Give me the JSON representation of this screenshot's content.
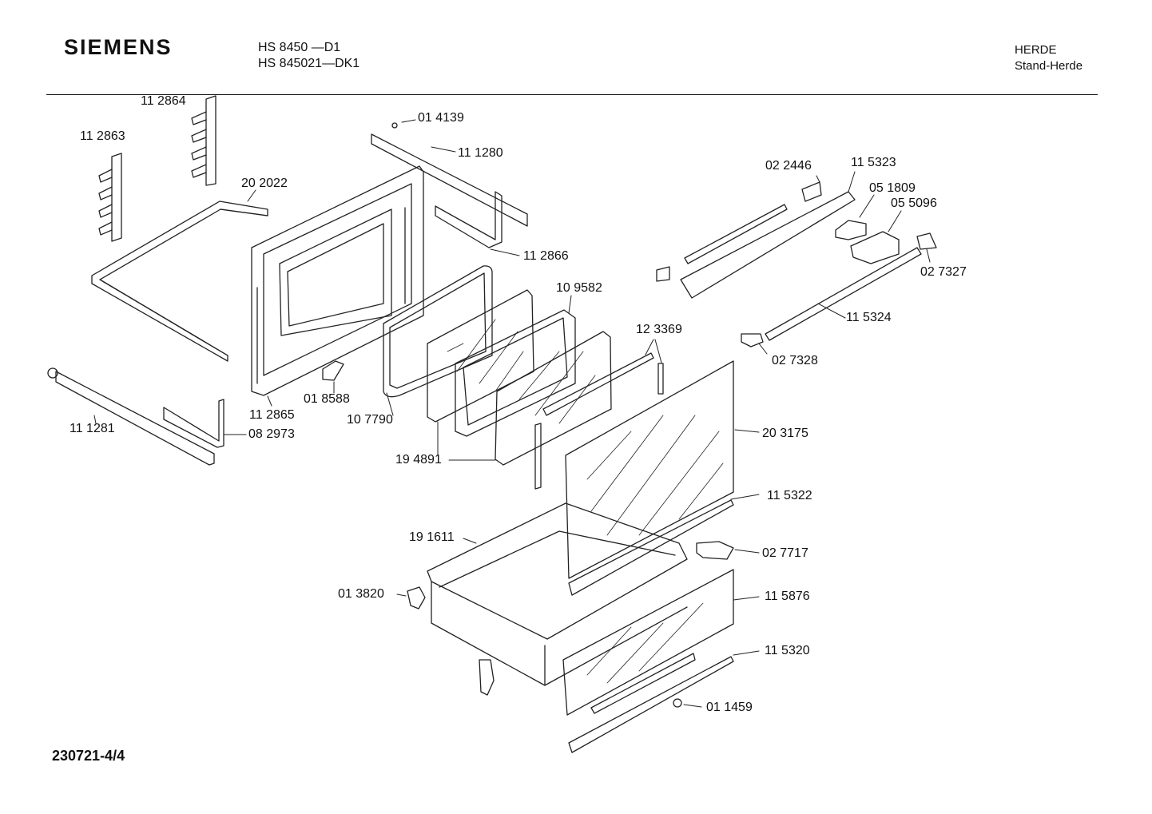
{
  "header": {
    "brand": "SIEMENS",
    "model_line_1": "HS 8450   —D1",
    "model_line_2": "HS 845021—DK1",
    "category": "HERDE",
    "subcategory": "Stand-Herde"
  },
  "footer": {
    "document_number": "230721-4/4"
  },
  "parts": [
    "11 2864",
    "11 2863",
    "20 2022",
    "01 4139",
    "11 1280",
    "11 2866",
    "02 2446",
    "11 5323",
    "05 1809",
    "05 5096",
    "02 7327",
    "10 9582",
    "12 3369",
    "11 5324",
    "02 7328",
    "01 8588",
    "11 2865",
    "10 7790",
    "11 1281",
    "08 2973",
    "19 4891",
    "20 3175",
    "11 5322",
    "19 1611",
    "02 7717",
    "01 3820",
    "11 5876",
    "11 5320",
    "01 1459"
  ]
}
